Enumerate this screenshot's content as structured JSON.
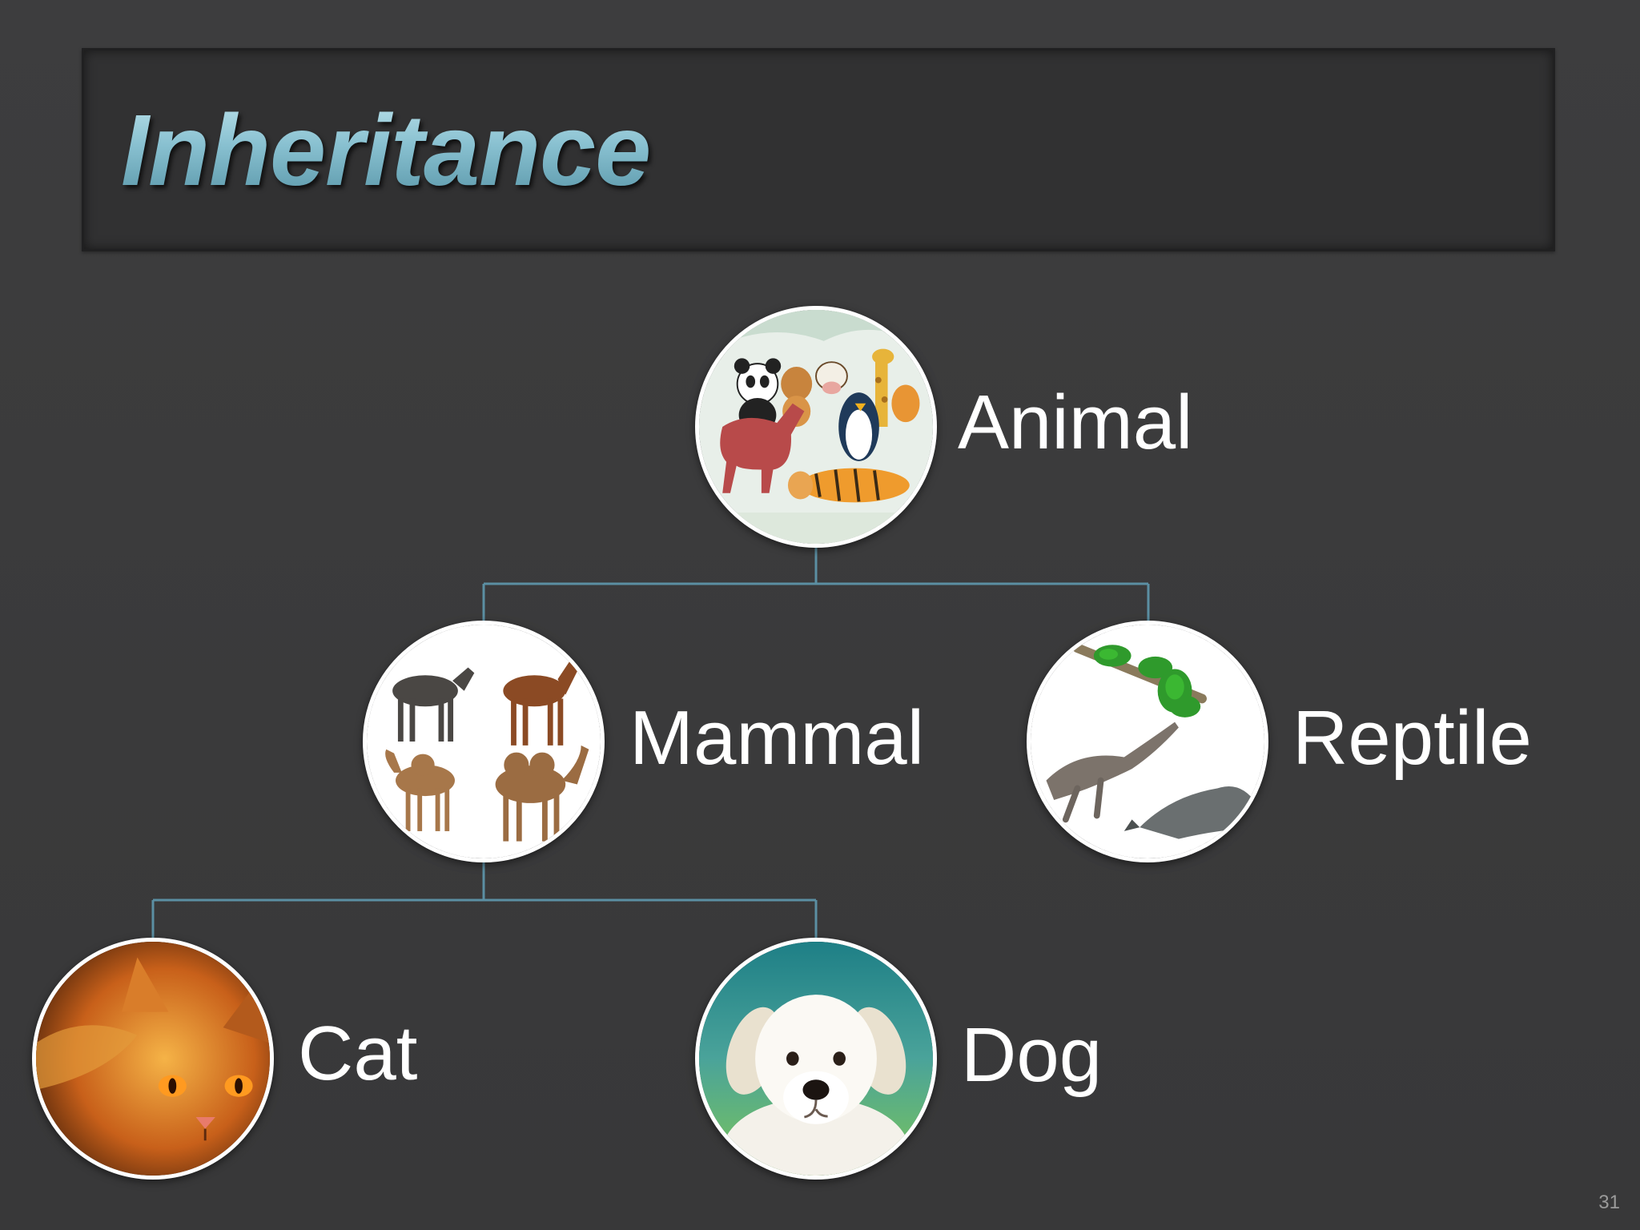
{
  "slide": {
    "title": "Inheritance",
    "page_number": "31"
  },
  "nodes": {
    "animal": {
      "label": "Animal",
      "icon": "animal-group-illustration"
    },
    "mammal": {
      "label": "Mammal",
      "icon": "mammals-collage"
    },
    "reptile": {
      "label": "Reptile",
      "icon": "reptiles-collage"
    },
    "cat": {
      "label": "Cat",
      "icon": "cat-photo"
    },
    "dog": {
      "label": "Dog",
      "icon": "dog-photo"
    }
  },
  "connector_color": "#5b8fa3"
}
